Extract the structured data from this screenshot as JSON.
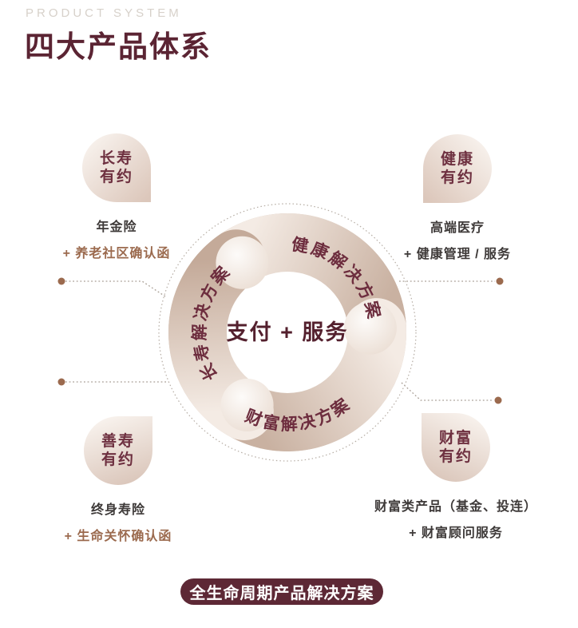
{
  "colors": {
    "maroon": "#5b2433",
    "maroon_deep": "#54202e",
    "banner_bg": "#5d2835",
    "brown_accent": "#9b6a4e",
    "text_dark": "#3e3a39",
    "eyebrow_gray": "#d7d1ca",
    "ring_tan": "#cdb6a7"
  },
  "header": {
    "eyebrow": "PRODUCT SYSTEM",
    "title": "四大产品体系"
  },
  "quadrants": [
    {
      "badge": [
        "长寿",
        "有约"
      ],
      "line1": "年金险",
      "line2": "+ 养老社区确认函"
    },
    {
      "badge": [
        "健康",
        "有约"
      ],
      "line1": "高端医疗",
      "line2": "+ 健康管理 / 服务"
    },
    {
      "badge": [
        "善寿",
        "有约"
      ],
      "line1": "终身寿险",
      "line2": "+ 生命关怀确认函"
    },
    {
      "badge": [
        "财富",
        "有约"
      ],
      "line1": "财富类产品（基金、投连）",
      "line2": "+ 财富顾问服务"
    }
  ],
  "ring": {
    "arc_labels": {
      "health": "健康解决方案",
      "longevity": "长寿解决方案",
      "wealth": "财富解决方案"
    },
    "center_label": "支付 + 服务"
  },
  "footer": {
    "banner": "全生命周期产品解决方案"
  }
}
